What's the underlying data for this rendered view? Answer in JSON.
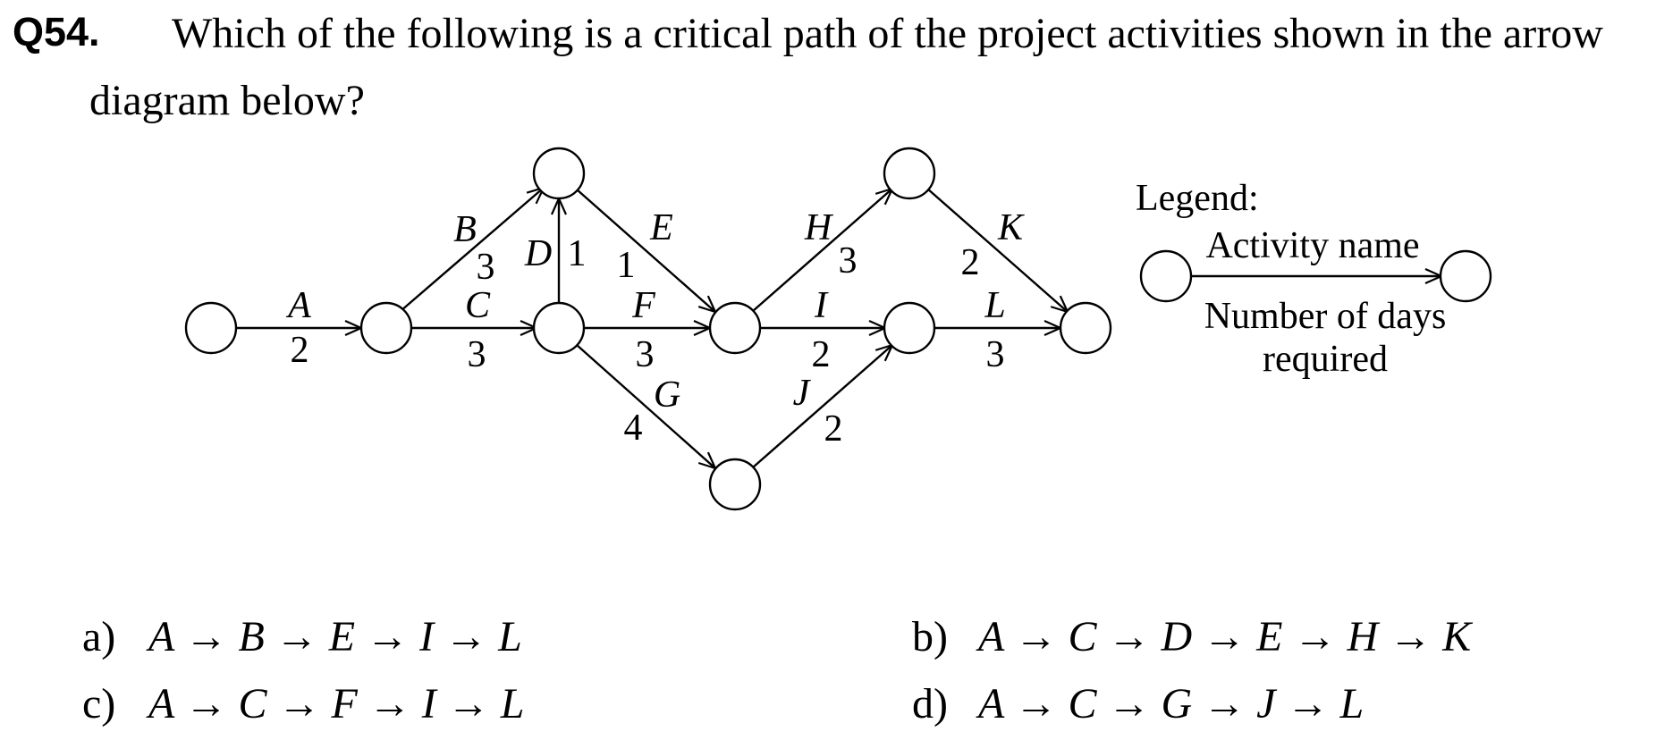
{
  "question": {
    "number": "Q54.",
    "line1": "Which of the following is a critical path of the project activities shown in the arrow",
    "line2": "diagram below?"
  },
  "diagram": {
    "activities": [
      {
        "name": "A",
        "days": "2"
      },
      {
        "name": "B",
        "days": "3"
      },
      {
        "name": "C",
        "days": "3"
      },
      {
        "name": "D",
        "days": "1"
      },
      {
        "name": "E",
        "days": "1"
      },
      {
        "name": "F",
        "days": "3"
      },
      {
        "name": "G",
        "days": "4"
      },
      {
        "name": "H",
        "days": "3"
      },
      {
        "name": "I",
        "days": "2"
      },
      {
        "name": "J",
        "days": "2"
      },
      {
        "name": "K",
        "days": "2"
      },
      {
        "name": "L",
        "days": "3"
      }
    ],
    "legend": {
      "title": "Legend:",
      "activity_name": "Activity name",
      "days_line1": "Number of days",
      "days_line2": "required"
    }
  },
  "options": [
    {
      "label": "a)",
      "path": "A → B → E → I → L"
    },
    {
      "label": "b)",
      "path": "A → C → D → E → H → K"
    },
    {
      "label": "c)",
      "path": "A → C → F → I → L"
    },
    {
      "label": "d)",
      "path": "A → C → G → J → L"
    }
  ]
}
